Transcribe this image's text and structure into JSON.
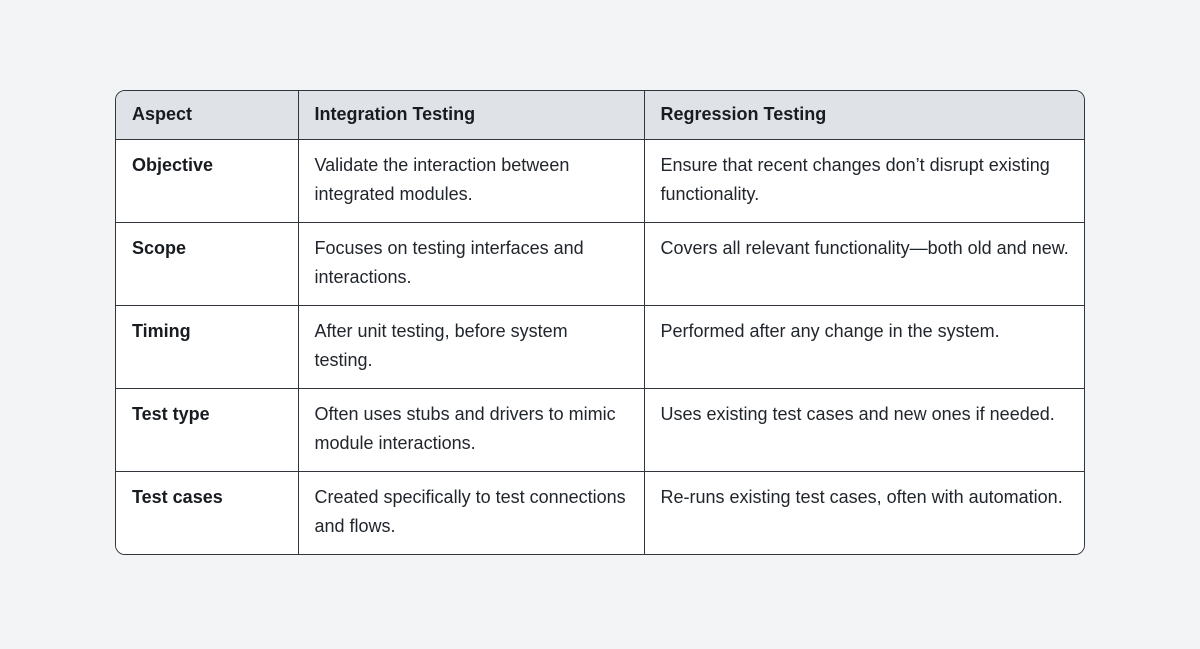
{
  "page": {
    "background_color": "#f3f4f6"
  },
  "table": {
    "colors": {
      "header_background": "#dfe2e6",
      "border": "#30363c",
      "body_background": "#ffffff",
      "text": "#21262c"
    },
    "columns": {
      "aspect": "Aspect",
      "integration": "Integration Testing",
      "regression": "Regression Testing"
    },
    "rows": [
      {
        "aspect": "Objective",
        "integration": "Validate the interaction between integrated modules.",
        "regression": "Ensure that recent changes don’t disrupt existing functionality."
      },
      {
        "aspect": "Scope",
        "integration": "Focuses on testing interfaces and interactions.",
        "regression": "Covers all relevant functionality—both old and new."
      },
      {
        "aspect": "Timing",
        "integration": "After unit testing, before system testing.",
        "regression": "Performed after any change in the system."
      },
      {
        "aspect": "Test type",
        "integration": "Often uses stubs and drivers to mimic module interactions.",
        "regression": "Uses existing test cases and new ones if needed."
      },
      {
        "aspect": "Test cases",
        "integration": "Created specifically to test connections and flows.",
        "regression": "Re-runs existing test cases, often with automation."
      }
    ]
  }
}
